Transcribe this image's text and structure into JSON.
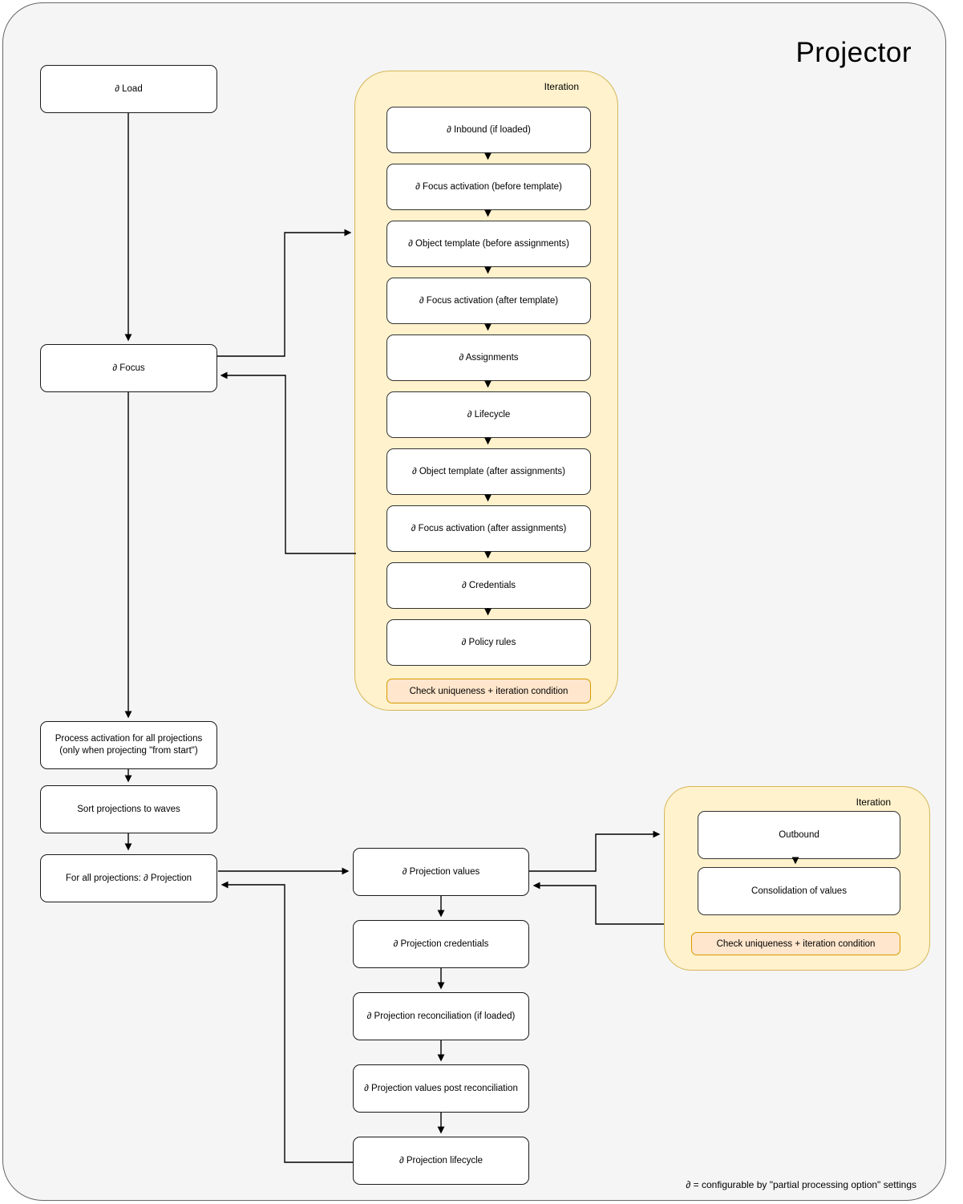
{
  "title": "Projector",
  "footnote": "∂ = configurable by \"partial processing option\" settings",
  "main_flow": {
    "load": {
      "label": "∂ Load"
    },
    "focus": {
      "label": "∂ Focus"
    },
    "process_activation": {
      "line1": "Process activation for all projections",
      "line2": "(only when projecting \"from start\")"
    },
    "sort_waves": {
      "label": "Sort projections to waves"
    },
    "for_all_projections": {
      "label": "For all projections: ∂ Projection"
    }
  },
  "projection_flow": {
    "values": {
      "label": "∂ Projection values"
    },
    "credentials": {
      "label": "∂ Projection credentials"
    },
    "reconciliation": {
      "label": "∂ Projection reconciliation (if loaded)"
    },
    "values_post_reconciliation": {
      "label": "∂ Projection values post reconciliation"
    },
    "lifecycle": {
      "label": "∂ Projection lifecycle"
    }
  },
  "focus_iteration": {
    "title": "Iteration",
    "steps": [
      "∂ Inbound (if loaded)",
      "∂ Focus activation (before template)",
      "∂ Object template (before assignments)",
      "∂ Focus activation (after template)",
      "∂ Assignments",
      "∂ Lifecycle",
      "∂ Object template (after assignments)",
      "∂ Focus activation (after assignments)",
      "∂ Credentials",
      "∂ Policy rules"
    ],
    "check": "Check uniqueness + iteration condition"
  },
  "projection_iteration": {
    "title": "Iteration",
    "steps": [
      "Outbound",
      "Consolidation of values"
    ],
    "check": "Check uniqueness + iteration condition"
  },
  "colors": {
    "canvas_fill": "#F5F5F5",
    "frame_border": "#666666",
    "group_fill": "#FFF2CC",
    "group_border": "#D6B656",
    "check_fill": "#FFE6CC",
    "check_border": "#D79B00",
    "node_fill": "#FFFFFF",
    "node_border": "#000000"
  }
}
